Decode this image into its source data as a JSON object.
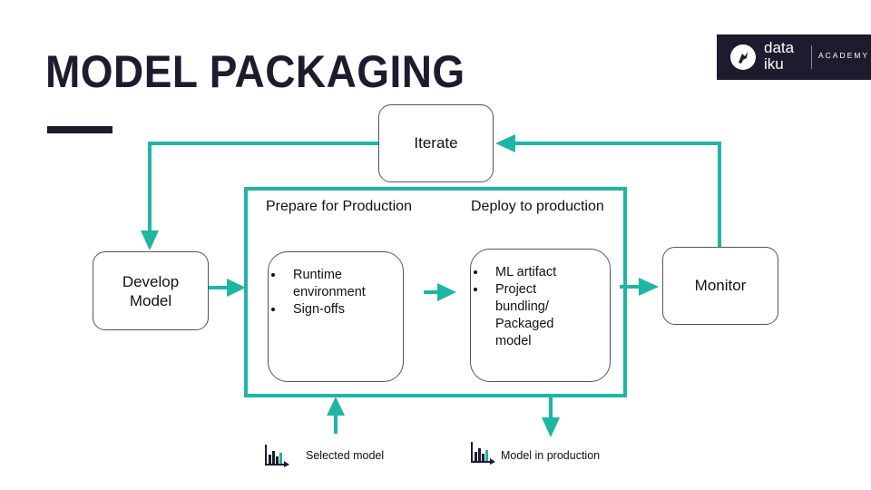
{
  "slide": {
    "title": "MODEL PACKAGING"
  },
  "logo": {
    "line1": "data",
    "line2": "iku",
    "tagline": "ACADEMY"
  },
  "nodes": {
    "iterate": "Iterate",
    "develop_line1": "Develop",
    "develop_line2": "Model",
    "monitor": "Monitor"
  },
  "stages": {
    "prepare": {
      "title": "Prepare for Production",
      "bullets": [
        "Runtime environment",
        "Sign-offs"
      ]
    },
    "deploy": {
      "title": "Deploy to production",
      "bullets": [
        "ML artifact",
        "Project bundling/ Packaged model"
      ]
    }
  },
  "footer": {
    "input_label": "Selected model",
    "output_label": "Model in production"
  },
  "colors": {
    "accent": "#1fb5a5",
    "dark": "#1c1c2e"
  },
  "icons": {
    "logo": "bird-icon",
    "model": "bar-chart-icon"
  }
}
